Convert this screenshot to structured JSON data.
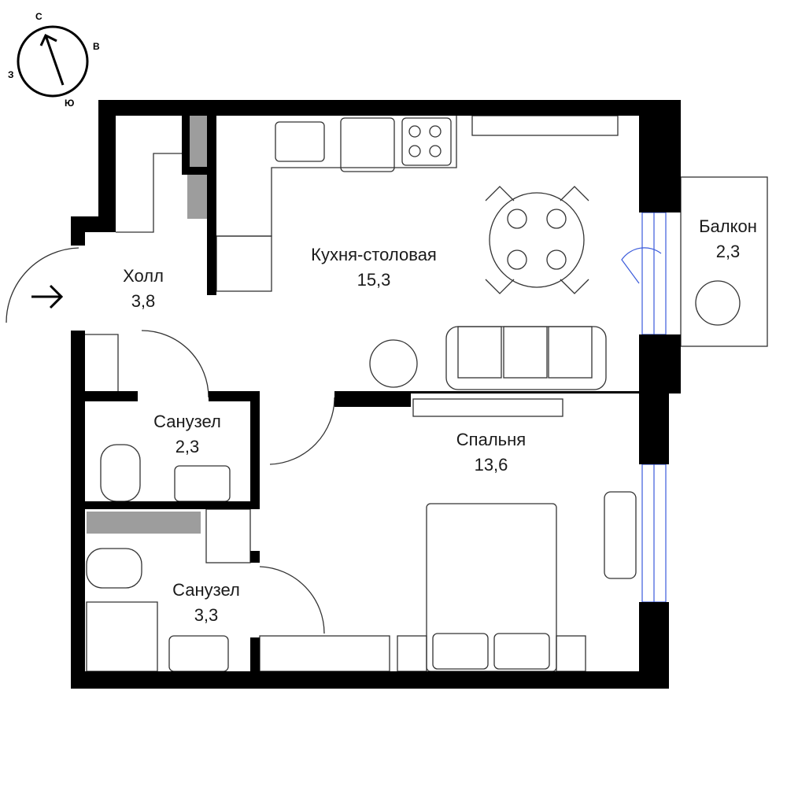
{
  "compass": {
    "north": "С",
    "east": "В",
    "south": "Ю",
    "west": "З"
  },
  "rooms": [
    {
      "name": "Холл",
      "area": "3,8"
    },
    {
      "name": "Кухня-столовая",
      "area": "15,3"
    },
    {
      "name": "Балкон",
      "area": "2,3"
    },
    {
      "name": "Санузел",
      "area": "2,3"
    },
    {
      "name": "Спальня",
      "area": "13,6"
    },
    {
      "name": "Санузел",
      "area": "3,3"
    }
  ],
  "colors": {
    "wall": "#000000",
    "shaft": "#9d9d9d",
    "window": "#3b5bdb",
    "furniture": "#333333"
  }
}
